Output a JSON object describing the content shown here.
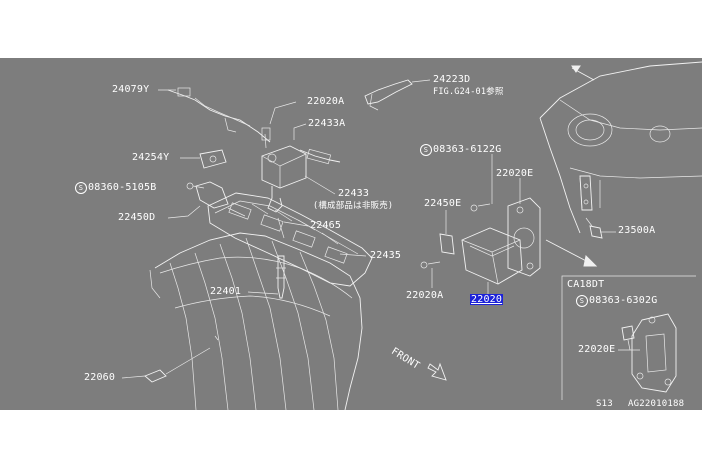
{
  "labels": {
    "p24079Y": "24079Y",
    "p24223D": "24223D",
    "figRef": "FIG.G24-01参照",
    "p22020A_top": "22020A",
    "p22433A": "22433A",
    "p24254Y": "24254Y",
    "s08360": "08360-5105B",
    "p22450D": "22450D",
    "p22433": "22433",
    "note": "(構成部品は非販売)",
    "p22465": "22465",
    "p22435": "22435",
    "p22401": "22401",
    "p22060": "22060",
    "s08363_6122": "08363-6122G",
    "p22020E": "22020E",
    "p22450E": "22450E",
    "p23500A": "23500A",
    "p22020A_mid": "22020A",
    "p22020": "22020",
    "front": "FRONT",
    "inset_title": "CA18DT",
    "s08363_6302": "08363-6302G",
    "p22020E_inset": "22020E",
    "s13": "S13",
    "code": "AG22010188"
  },
  "symbols": {
    "s_mark": "S"
  },
  "colors": {
    "background": "#7d7d7d",
    "linework": "#f2f2f2",
    "highlight": "#1c22d8"
  }
}
